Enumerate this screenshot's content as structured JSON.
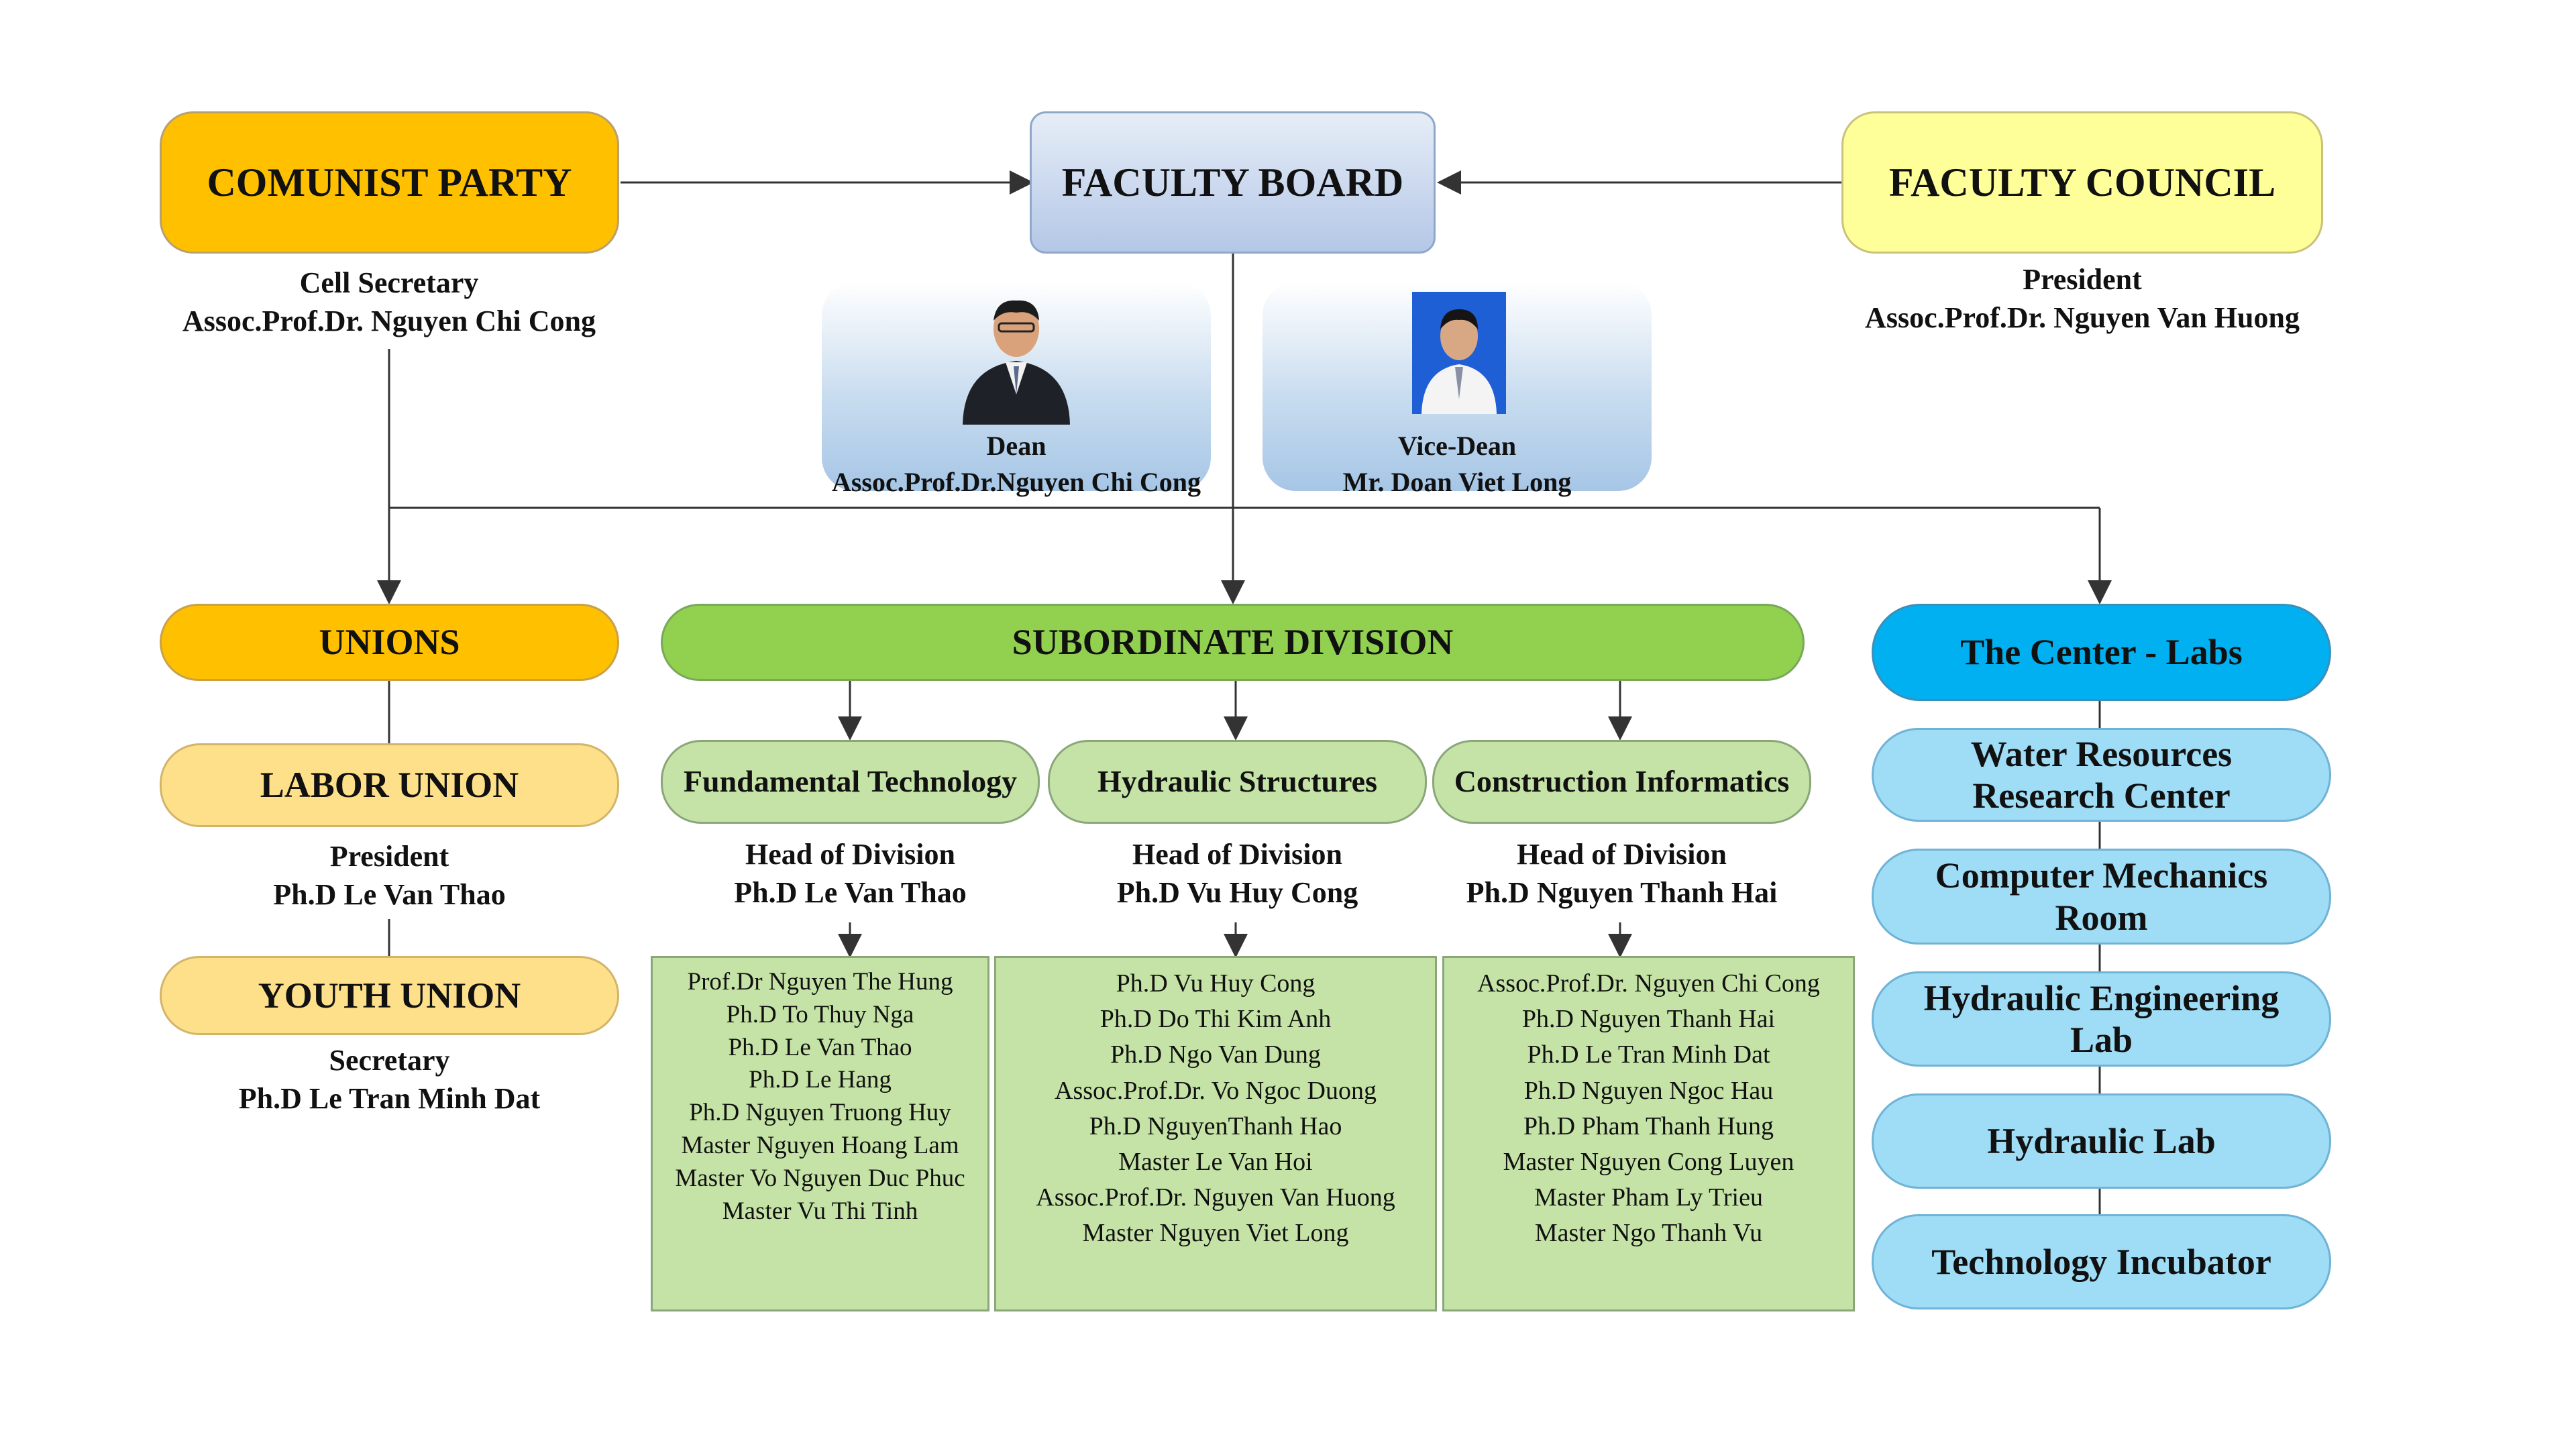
{
  "top": {
    "party": {
      "label": "COMUNIST PARTY",
      "role": "Cell Secretary",
      "name": "Assoc.Prof.Dr. Nguyen Chi Cong",
      "color": "#ffc000"
    },
    "board": {
      "label": "FACULTY BOARD"
    },
    "council": {
      "label": "FACULTY COUNCIL",
      "role": "President",
      "name": "Assoc.Prof.Dr. Nguyen Van Huong",
      "color": "#ffff99"
    }
  },
  "leaders": [
    {
      "role": "Dean",
      "name": "Assoc.Prof.Dr.Nguyen Chi Cong"
    },
    {
      "role": "Vice-Dean",
      "name": "Mr. Doan Viet Long"
    }
  ],
  "unions": {
    "label": "UNIONS",
    "labor": {
      "label": "LABOR UNION",
      "role": "President",
      "name": "Ph.D Le Van Thao"
    },
    "youth": {
      "label": "YOUTH UNION",
      "role": "Secretary",
      "name": "Ph.D Le Tran Minh Dat"
    }
  },
  "subordinate": {
    "label": "SUBORDINATE DIVISION",
    "divisions": [
      {
        "label": "Fundamental Technology",
        "head_title": "Head of Division",
        "head": "Ph.D Le Van Thao",
        "members": [
          "Prof.Dr Nguyen The Hung",
          "Ph.D To Thuy Nga",
          "Ph.D Le Van Thao",
          "Ph.D Le Hang",
          "Ph.D Nguyen Truong Huy",
          "Master Nguyen Hoang Lam",
          "Master Vo Nguyen Duc Phuc",
          "Master Vu Thi Tinh"
        ]
      },
      {
        "label": "Hydraulic Structures",
        "head_title": "Head of Division",
        "head": "Ph.D Vu Huy Cong",
        "members": [
          "Ph.D Vu Huy Cong",
          "Ph.D Do Thi Kim Anh",
          "Ph.D Ngo Van Dung",
          "Assoc.Prof.Dr. Vo Ngoc Duong",
          "Ph.D NguyenThanh Hao",
          "Master Le Van Hoi",
          "Assoc.Prof.Dr. Nguyen Van Huong",
          "Master Nguyen Viet Long"
        ]
      },
      {
        "label": "Construction Informatics",
        "head_title": "Head of Division",
        "head": "Ph.D Nguyen Thanh Hai",
        "members": [
          "Assoc.Prof.Dr. Nguyen Chi Cong",
          "Ph.D Nguyen Thanh Hai",
          "Ph.D Le Tran Minh Dat",
          "Ph.D Nguyen Ngoc Hau",
          "Ph.D Pham Thanh Hung",
          "Master Nguyen Cong Luyen",
          "Master Pham Ly Trieu",
          "Master Ngo Thanh Vu"
        ]
      }
    ]
  },
  "center": {
    "label": "The Center - Labs",
    "labs": [
      {
        "line1": "Water Resources",
        "line2": "Research Center"
      },
      {
        "line1": "Computer Mechanics",
        "line2": "Room"
      },
      {
        "line1": "Hydraulic Engineering",
        "line2": "Lab"
      },
      {
        "line1": "Hydraulic Lab",
        "line2": ""
      },
      {
        "line1": "Technology Incubator",
        "line2": ""
      }
    ]
  },
  "colors": {
    "party": "#ffc000",
    "council": "#ffff99",
    "unions": "#ffc000",
    "union_item": "#ffe08a",
    "subordinate": "#92d050",
    "division": "#c5e3a6",
    "center": "#00b0f0",
    "lab": "#9fdcf5"
  }
}
